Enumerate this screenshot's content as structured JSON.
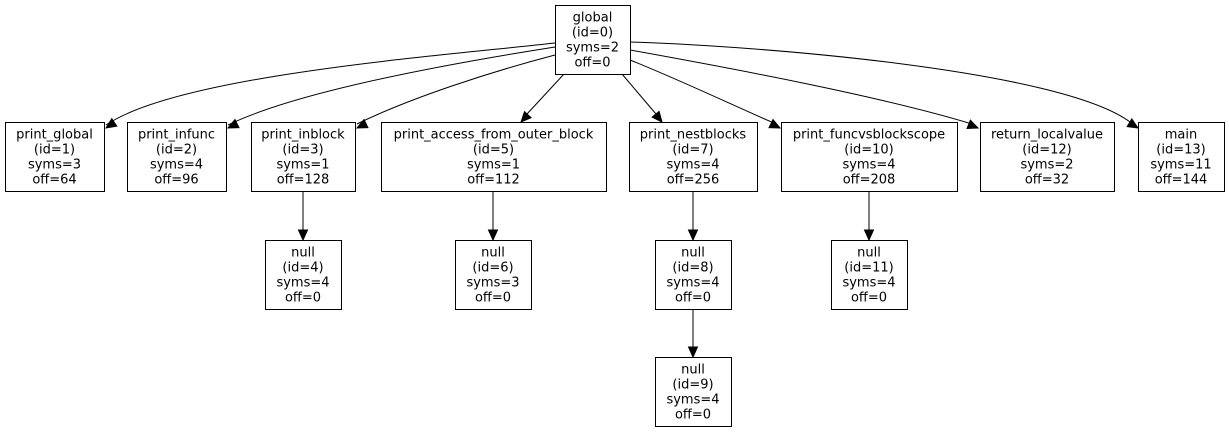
{
  "nodes": [
    {
      "id": "n0",
      "lines": [
        "global",
        "(id=0)",
        "syms=2",
        "off=0"
      ]
    },
    {
      "id": "n1",
      "lines": [
        "print_global",
        "(id=1)",
        "syms=3",
        "off=64"
      ]
    },
    {
      "id": "n2",
      "lines": [
        "print_infunc",
        "(id=2)",
        "syms=4",
        "off=96"
      ]
    },
    {
      "id": "n3",
      "lines": [
        "print_inblock",
        "(id=3)",
        "syms=1",
        "off=128"
      ]
    },
    {
      "id": "n5",
      "lines": [
        "print_access_from_outer_block",
        "(id=5)",
        "syms=1",
        "off=112"
      ]
    },
    {
      "id": "n7",
      "lines": [
        "print_nestblocks",
        "(id=7)",
        "syms=4",
        "off=256"
      ]
    },
    {
      "id": "n10",
      "lines": [
        "print_funcvsblockscope",
        "(id=10)",
        "syms=4",
        "off=208"
      ]
    },
    {
      "id": "n12",
      "lines": [
        "return_localvalue",
        "(id=12)",
        "syms=2",
        "off=32"
      ]
    },
    {
      "id": "n13",
      "lines": [
        "main",
        "(id=13)",
        "syms=11",
        "off=144"
      ]
    },
    {
      "id": "n4",
      "lines": [
        "null",
        "(id=4)",
        "syms=4",
        "off=0"
      ]
    },
    {
      "id": "n6",
      "lines": [
        "null",
        "(id=6)",
        "syms=3",
        "off=0"
      ]
    },
    {
      "id": "n8",
      "lines": [
        "null",
        "(id=8)",
        "syms=4",
        "off=0"
      ]
    },
    {
      "id": "n11",
      "lines": [
        "null",
        "(id=11)",
        "syms=4",
        "off=0"
      ]
    },
    {
      "id": "n9",
      "lines": [
        "null",
        "(id=9)",
        "syms=4",
        "off=0"
      ]
    }
  ],
  "edges": [
    {
      "from": "n0",
      "to": "n1"
    },
    {
      "from": "n0",
      "to": "n2"
    },
    {
      "from": "n0",
      "to": "n3"
    },
    {
      "from": "n0",
      "to": "n5"
    },
    {
      "from": "n0",
      "to": "n7"
    },
    {
      "from": "n0",
      "to": "n10"
    },
    {
      "from": "n0",
      "to": "n12"
    },
    {
      "from": "n0",
      "to": "n13"
    },
    {
      "from": "n3",
      "to": "n4"
    },
    {
      "from": "n5",
      "to": "n6"
    },
    {
      "from": "n7",
      "to": "n8"
    },
    {
      "from": "n10",
      "to": "n11"
    },
    {
      "from": "n8",
      "to": "n9"
    }
  ]
}
